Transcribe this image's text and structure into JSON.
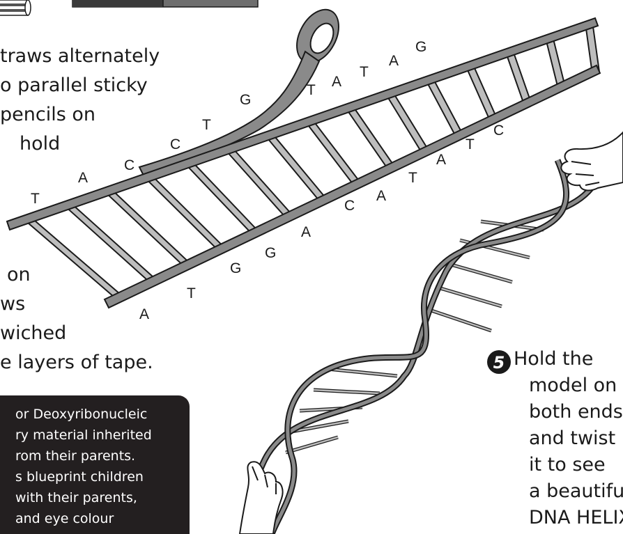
{
  "top_text": {
    "line1": "traws alternately",
    "line2": "o parallel sticky",
    "line3": "pencils on",
    "line4": "hold"
  },
  "mid_text": {
    "line1": "on",
    "line2": "ws",
    "line3": "wiched",
    "line4": "e layers of tape."
  },
  "upper_bases": [
    "T",
    "A",
    "C",
    "C",
    "T",
    "G",
    "T",
    "A",
    "T",
    "A",
    "G"
  ],
  "lower_bases": [
    "A",
    "T",
    "G",
    "G",
    "A",
    "C",
    "A",
    "T",
    "A",
    "T",
    "C"
  ],
  "info_box": {
    "line1": "or Deoxyribonucleic",
    "line2": "ry material inherited",
    "line3": "rom their parents.",
    "line4": "s blueprint children",
    "line5": "with their parents,",
    "line6": "and eye colour"
  },
  "step5": {
    "number": "5",
    "line1": "Hold the",
    "line2": "model on",
    "line3": "both ends",
    "line4": "and twist",
    "line5": "it to see",
    "line6": "a beautiful",
    "line7": "DNA HELIX"
  },
  "colors": {
    "ink": "#1a1a1a",
    "tape": "#8a8a8a",
    "straw": "#bdbdbd",
    "box": "#231f20"
  }
}
